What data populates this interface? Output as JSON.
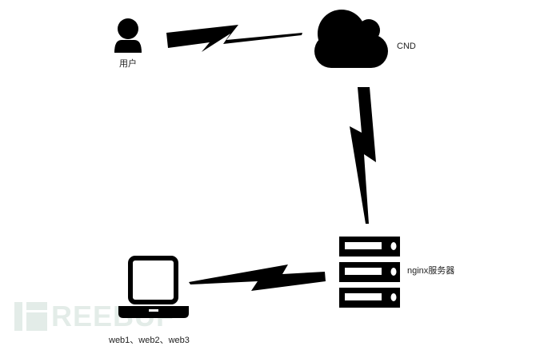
{
  "nodes": {
    "user": {
      "label": "用户",
      "icon": "user-icon"
    },
    "cdn": {
      "label": "CND",
      "icon": "cloud-icon"
    },
    "nginx": {
      "label": "nginx服务器",
      "icon": "server-rack-icon"
    },
    "web": {
      "label": "web1、web2、web3",
      "icon": "laptop-icon"
    }
  },
  "connections": [
    {
      "from": "user",
      "to": "cdn",
      "style": "lightning-bolt"
    },
    {
      "from": "cdn",
      "to": "nginx",
      "style": "lightning-bolt"
    },
    {
      "from": "nginx",
      "to": "web",
      "style": "lightning-bolt"
    }
  ],
  "watermark": {
    "text": "REEBUF"
  },
  "colors": {
    "icon": "#000000",
    "watermark": "#e3ece8",
    "text": "#222222"
  }
}
